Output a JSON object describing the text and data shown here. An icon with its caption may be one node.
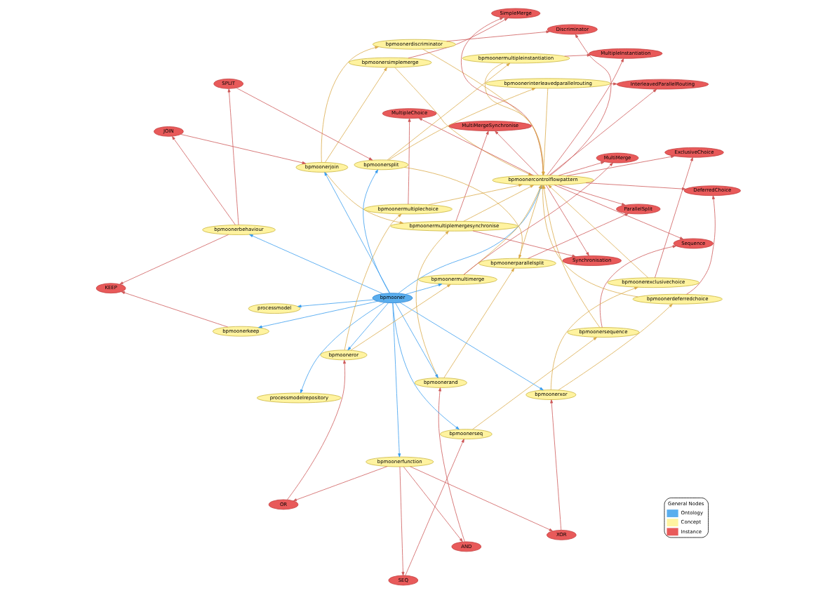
{
  "diagram": {
    "nodes": [
      {
        "text": [
          "SEQ"
        ]
      },
      {
        "text": [
          "AND"
        ]
      },
      {
        "text": [
          "bpmoonerseq"
        ]
      },
      {
        "text": [
          "bpmoonersequence"
        ]
      },
      {
        "text": [
          "Sequence"
        ]
      },
      {
        "text": [
          "MultiMergeSynchronise"
        ]
      },
      {
        "text": [
          "Synchronisation"
        ]
      },
      {
        "text": [
          "bpmoonerand"
        ]
      },
      {
        "text": [
          "bpmoonermultiplemergesynchronise"
        ]
      },
      {
        "text": [
          "bpmoonerfunction"
        ]
      },
      {
        "text": [
          "ParallelSplit"
        ]
      },
      {
        "text": [
          "SimpleMerge"
        ]
      },
      {
        "text": [
          "XOR"
        ]
      },
      {
        "text": [
          "bpmoonersimplemerge"
        ]
      },
      {
        "text": [
          "processmodel"
        ]
      },
      {
        "text": [
          "bpmoonerparallelsplit"
        ]
      },
      {
        "text": [
          "bpmoonerjoin"
        ]
      },
      {
        "text": [
          "Discriminator"
        ]
      },
      {
        "text": [
          "bpmoonerdiscriminator"
        ]
      },
      {
        "text": [
          "OR"
        ]
      },
      {
        "text": [
          "bpmooner"
        ]
      },
      {
        "text": [
          "bpmoonercontrolflowpattern"
        ]
      },
      {
        "text": [
          "JOIN"
        ]
      },
      {
        "text": [
          "bpmoonerxor"
        ]
      },
      {
        "text": [
          "ExclusiveChoice"
        ]
      },
      {
        "text": [
          "bpmoonerexclusivechoice"
        ]
      },
      {
        "text": [
          "bpmoonermultimerge"
        ]
      },
      {
        "text": [
          "bpmoonerkeep"
        ]
      },
      {
        "text": [
          "bpmooneror"
        ]
      },
      {
        "text": [
          "bpmoonerdeferredchoice"
        ]
      },
      {
        "text": [
          "DeferredChoice"
        ]
      },
      {
        "text": [
          "bpmoonersplit"
        ]
      },
      {
        "text": [
          "bpmoonerinterleavedparallelrouting"
        ]
      },
      {
        "text": [
          "bpmoonerbehaviour"
        ]
      },
      {
        "text": [
          "bpmoonermultipleinstantiation"
        ]
      },
      {
        "text": [
          "InterleavedParallelRouting"
        ]
      },
      {
        "text": [
          "bpmoonermultiplechoice"
        ]
      },
      {
        "text": [
          "MultiMerge"
        ]
      },
      {
        "text": [
          "processmodelrepository"
        ]
      },
      {
        "text": [
          "KEEP"
        ]
      },
      {
        "text": [
          "MultipleInstantiation"
        ]
      },
      {
        "text": [
          "SPLIT"
        ]
      },
      {
        "text": [
          "MultipleChoice"
        ]
      }
    ],
    "edges": [
      {
        "from": 20,
        "to": 2,
        "arrow": "to",
        "color": "#3399ee"
      },
      {
        "from": 20,
        "to": 7,
        "arrow": "to",
        "color": "#3399ee"
      },
      {
        "from": 20,
        "to": 9,
        "arrow": "to",
        "color": "#3399ee"
      },
      {
        "from": 20,
        "to": 14,
        "arrow": "to",
        "color": "#3399ee"
      },
      {
        "from": 20,
        "to": 16,
        "arrow": "to",
        "color": "#3399ee"
      },
      {
        "from": 20,
        "to": 21,
        "arrow": "to",
        "color": "#3399ee"
      },
      {
        "from": 20,
        "to": 23,
        "arrow": "to",
        "color": "#3399ee"
      },
      {
        "from": 20,
        "to": 26,
        "arrow": "to",
        "color": "#3399ee"
      },
      {
        "from": 20,
        "to": 27,
        "arrow": "to",
        "color": "#3399ee"
      },
      {
        "from": 20,
        "to": 33,
        "arrow": "to",
        "color": "#3399ee"
      },
      {
        "from": 20,
        "to": 38,
        "arrow": "to",
        "color": "#3399ee"
      },
      {
        "from": 20,
        "to": 28,
        "arrow": "to",
        "color": "#3399ee"
      },
      {
        "from": 20,
        "to": 31,
        "arrow": "to",
        "color": "#3399ee"
      },
      {
        "from": 2,
        "to": 3,
        "arrow": "to",
        "color": "#d9a845"
      },
      {
        "from": 7,
        "to": 8,
        "arrow": "to",
        "color": "#d9a845"
      },
      {
        "from": 7,
        "to": 15,
        "arrow": "to",
        "color": "#d9a845"
      },
      {
        "from": 16,
        "to": 13,
        "arrow": "to",
        "color": "#d9a845"
      },
      {
        "from": 16,
        "to": 18,
        "arrow": "to",
        "color": "#d9a845"
      },
      {
        "from": 16,
        "to": 8,
        "arrow": "to",
        "color": "#d9a845"
      },
      {
        "from": 28,
        "to": 26,
        "arrow": "to",
        "color": "#d9a845"
      },
      {
        "from": 28,
        "to": 36,
        "arrow": "to",
        "color": "#d9a845"
      },
      {
        "from": 23,
        "to": 25,
        "arrow": "to",
        "color": "#d9a845"
      },
      {
        "from": 23,
        "to": 29,
        "arrow": "to",
        "color": "#d9a845"
      },
      {
        "from": 31,
        "to": 15,
        "arrow": "to",
        "color": "#d9a845"
      },
      {
        "from": 31,
        "to": 34,
        "arrow": "to",
        "color": "#d9a845"
      },
      {
        "from": 31,
        "to": 32,
        "arrow": "to",
        "color": "#d9a845"
      },
      {
        "from": 3,
        "to": 21,
        "arrow": "to",
        "color": "#d9a845"
      },
      {
        "from": 8,
        "to": 21,
        "arrow": "to",
        "color": "#d9a845"
      },
      {
        "from": 13,
        "to": 21,
        "arrow": "to",
        "color": "#d9a845"
      },
      {
        "from": 15,
        "to": 21,
        "arrow": "to",
        "color": "#d9a845"
      },
      {
        "from": 18,
        "to": 21,
        "arrow": "to",
        "color": "#d9a845"
      },
      {
        "from": 25,
        "to": 21,
        "arrow": "to",
        "color": "#d9a845"
      },
      {
        "from": 26,
        "to": 21,
        "arrow": "to",
        "color": "#d9a845"
      },
      {
        "from": 29,
        "to": 21,
        "arrow": "to",
        "color": "#d9a845"
      },
      {
        "from": 32,
        "to": 21,
        "arrow": "to",
        "color": "#d9a845"
      },
      {
        "from": 34,
        "to": 21,
        "arrow": "to",
        "color": "#d9a845"
      },
      {
        "from": 36,
        "to": 21,
        "arrow": "to",
        "color": "#d9a845"
      },
      {
        "from": 9,
        "to": 0,
        "arrow": "to"
      },
      {
        "from": 9,
        "to": 1,
        "arrow": "to"
      },
      {
        "from": 9,
        "to": 12,
        "arrow": "to"
      },
      {
        "from": 9,
        "to": 19,
        "arrow": "to"
      },
      {
        "from": 33,
        "to": 22,
        "arrow": "to"
      },
      {
        "from": 33,
        "to": 39,
        "arrow": "to"
      },
      {
        "from": 33,
        "to": 41,
        "arrow": "to"
      },
      {
        "from": 27,
        "to": 39,
        "arrow": "to"
      },
      {
        "from": 0,
        "to": 2,
        "arrow": "to"
      },
      {
        "from": 1,
        "to": 7,
        "arrow": "to"
      },
      {
        "from": 12,
        "to": 23,
        "arrow": "to"
      },
      {
        "from": 19,
        "to": 28,
        "arrow": "to"
      },
      {
        "from": 22,
        "to": 16,
        "arrow": "to"
      },
      {
        "from": 41,
        "to": 31,
        "arrow": "to"
      },
      {
        "from": 3,
        "to": 4,
        "arrow": "to"
      },
      {
        "from": 8,
        "to": 5,
        "arrow": "to"
      },
      {
        "from": 8,
        "to": 6,
        "arrow": "to"
      },
      {
        "from": 15,
        "to": 10,
        "arrow": "to"
      },
      {
        "from": 13,
        "to": 11,
        "arrow": "to"
      },
      {
        "from": 18,
        "to": 17,
        "arrow": "to"
      },
      {
        "from": 25,
        "to": 24,
        "arrow": "to"
      },
      {
        "from": 29,
        "to": 30,
        "arrow": "to"
      },
      {
        "from": 32,
        "to": 35,
        "arrow": "to"
      },
      {
        "from": 34,
        "to": 40,
        "arrow": "to"
      },
      {
        "from": 36,
        "to": 42,
        "arrow": "to"
      },
      {
        "from": 26,
        "to": 37,
        "arrow": "to"
      },
      {
        "from": 21,
        "to": 4,
        "arrow": "to"
      },
      {
        "from": 21,
        "to": 5,
        "arrow": "to"
      },
      {
        "from": 21,
        "to": 6,
        "arrow": "to"
      },
      {
        "from": 21,
        "to": 10,
        "arrow": "to"
      },
      {
        "from": 21,
        "to": 11,
        "arrow": "to"
      },
      {
        "from": 21,
        "to": 17,
        "arrow": "to"
      },
      {
        "from": 21,
        "to": 24,
        "arrow": "to"
      },
      {
        "from": 21,
        "to": 30,
        "arrow": "to"
      },
      {
        "from": 21,
        "to": 35,
        "arrow": "to"
      },
      {
        "from": 21,
        "to": 40,
        "arrow": "to"
      },
      {
        "from": 21,
        "to": 42,
        "arrow": "to"
      },
      {
        "from": 21,
        "to": 37,
        "arrow": "to"
      }
    ],
    "labels": [
      "General Nodes"
    ],
    "legend": [
      {
        "text": "Ontology",
        "color": "#5aaeee"
      },
      {
        "text": "Concept",
        "color": "#fff3a0"
      },
      {
        "text": "Instance",
        "color": "#e85a5a"
      }
    ]
  }
}
